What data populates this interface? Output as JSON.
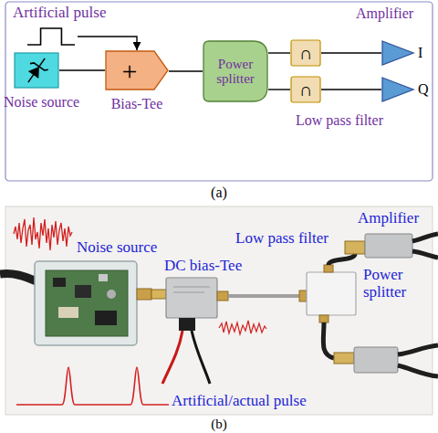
{
  "diagram": {
    "nodes": [
      {
        "text": [
          "Artificial pulse"
        ]
      },
      {
        "text": [
          "Noise source"
        ]
      },
      {
        "text": [
          "+",
          "Bias-Tee"
        ]
      },
      {
        "text": [
          "Power splitter"
        ]
      },
      {
        "text": [
          "∩"
        ]
      },
      {
        "text": [
          "∩",
          "Low pass filter"
        ]
      },
      {
        "text": [
          "Amplifier",
          "I"
        ]
      },
      {
        "text": [
          "Q"
        ]
      }
    ],
    "edges": [
      {
        "from": 0,
        "to": 2,
        "arrow": "to"
      },
      {
        "from": 1,
        "to": 2,
        "arrow": "none"
      },
      {
        "from": 2,
        "to": 3,
        "arrow": "none"
      },
      {
        "from": 3,
        "to": 4,
        "arrow": "none"
      },
      {
        "from": 3,
        "to": 5,
        "arrow": "none"
      },
      {
        "from": 4,
        "to": 6,
        "arrow": "none"
      },
      {
        "from": 5,
        "to": 7,
        "arrow": "none"
      }
    ],
    "labels": [
      "(a)",
      "Amplifier",
      "Low pass filter",
      "Noise source",
      "DC bias-Tee",
      "Power splitter",
      "Artificial/actual pulse",
      "(b)"
    ]
  }
}
